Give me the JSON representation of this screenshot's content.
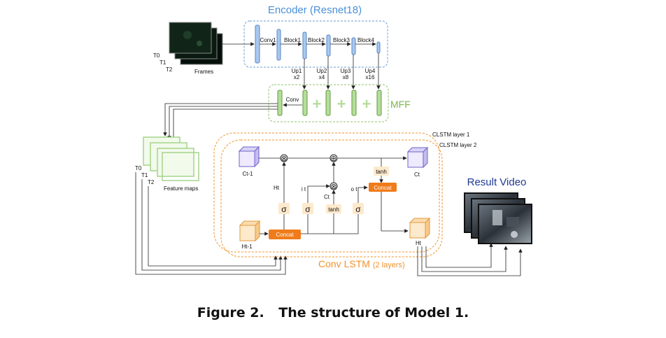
{
  "encoder": {
    "title": "Encoder (Resnet18)",
    "layers": [
      "Conv1",
      "Block1",
      "Block2",
      "Block3",
      "Block4"
    ]
  },
  "frames": {
    "label": "Frames",
    "time_labels": [
      "T0",
      "T1",
      "T2"
    ]
  },
  "upsampling": [
    {
      "name": "Up1",
      "factor": "x2"
    },
    {
      "name": "Up2",
      "factor": "x4"
    },
    {
      "name": "Up3",
      "factor": "x8"
    },
    {
      "name": "Up4",
      "factor": "x16"
    }
  ],
  "mff": {
    "title": "MFF",
    "conv_label": "Conv",
    "plus_symbol": "+"
  },
  "feature_maps": {
    "label": "Feature maps",
    "time_labels": [
      "T0",
      "T1",
      "T2"
    ]
  },
  "clstm": {
    "layer1_label": "CLSTM layer 1",
    "layer2_label": "CLSTM layer 2",
    "title": "Conv LSTM",
    "title_suffix": "(2 layers)",
    "ct_prev": "Ct-1",
    "ct_next": "Ct",
    "ht_prev": "Ht-1",
    "ht_next": "Ht",
    "ht_inner": "Ht",
    "ct_inner": "Ct",
    "it_label": "i t",
    "ot_label": "o t",
    "concat_label": "Concat",
    "tanh_label": "tanh",
    "sigma_symbol": "σ",
    "mult_symbol": "⊗",
    "add_symbol": "⊕"
  },
  "result": {
    "title": "Result Video"
  },
  "caption": {
    "number": "Figure 2.",
    "text": "The structure of Model 1."
  },
  "colors": {
    "encoder_blue": "#4a90d9",
    "mff_green": "#7ab648",
    "lstm_orange": "#f0932b",
    "result_navy": "#1f3a93",
    "concat_fill": "#f07b1a"
  }
}
